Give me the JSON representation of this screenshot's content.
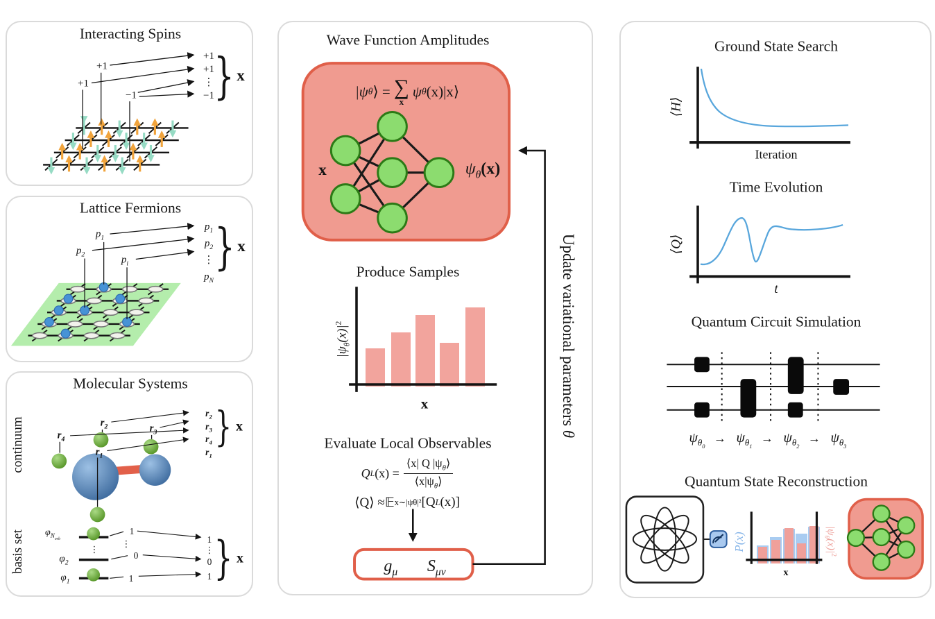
{
  "glyphs": {
    "brace": "}",
    "vdots": "⋮",
    "arrow": "→"
  },
  "colors": {
    "panel_border": "#dadada",
    "salmon_fill": "#f09b90",
    "salmon_border": "#e05f49",
    "green_node": "#8cdc6f",
    "green_node_border": "#2c7a16",
    "curve_blue": "#58a6dc",
    "bar_salmon": "#f2a49d",
    "bar_blue": "#a9ccf1",
    "spin_up_orange": "#f1a43c",
    "spin_down_teal": "#96dbc4",
    "fermion_plane_green": "#b4edac",
    "fermion_dot_blue": "#4793d6",
    "atom_sphere_blue": "#4a7db3",
    "bond_red": "#e2604a",
    "electron_green": "#7cc24a"
  },
  "left": {
    "spins": {
      "title": "Interacting Spins",
      "labels": [
        "+1",
        "+1",
        "−1"
      ],
      "vector": [
        "+1",
        "+1",
        "⋮",
        "−1"
      ],
      "vector_name": "x"
    },
    "fermions": {
      "title": "Lattice Fermions",
      "labels": [
        {
          "b": "p",
          "s": "1"
        },
        {
          "b": "p",
          "s": "2"
        },
        {
          "b": "p",
          "s": "i"
        }
      ],
      "vector": [
        {
          "b": "p",
          "s": "1"
        },
        {
          "b": "p",
          "s": "2"
        },
        {
          "b": "⋮",
          "s": ""
        },
        {
          "b": "p",
          "s": "N"
        }
      ],
      "vector_name": "x"
    },
    "molecular": {
      "title": "Molecular Systems",
      "continuum": "continuum",
      "basis": "basis set",
      "electrons": [
        {
          "b": "r",
          "s": "2"
        },
        {
          "b": "r",
          "s": "3"
        },
        {
          "b": "r",
          "s": "4"
        },
        {
          "b": "r",
          "s": "1"
        }
      ],
      "vector": [
        {
          "b": "r",
          "s": "2"
        },
        {
          "b": "r",
          "s": "3"
        },
        {
          "b": "r",
          "s": "4"
        },
        {
          "b": "r",
          "s": "1"
        }
      ],
      "vector_name": "x",
      "orbitals": {
        "phi_top": {
          "b": "φ",
          "s": "N",
          "ss": "orb"
        },
        "phi_mid": {
          "b": "φ",
          "s": "2"
        },
        "phi_bot": {
          "b": "φ",
          "s": "1"
        },
        "val_top": "1",
        "val_mid": "0",
        "val_bot": "1"
      },
      "basis_vector": [
        "1",
        "⋮",
        "0",
        "1"
      ],
      "basis_vector_name": "x"
    }
  },
  "middle": {
    "title": "Wave Function Amplitudes",
    "wf_eq": {
      "ket": "|ψ",
      "ket_sub": "θ",
      "eq": "⟩ =",
      "sum": "∑",
      "sum_under": "x",
      "amp": "ψ",
      "amp_sub": "θ",
      "amp_rest": "(x)|x⟩"
    },
    "nn": {
      "input": "x",
      "out_a": "ψ",
      "out_sub": "θ",
      "out_b": "(x)"
    },
    "samples": {
      "title": "Produce Samples",
      "y_a": "|ψ",
      "y_sub": "θ",
      "y_b": "(x)|",
      "y_sup": "2",
      "xlabel": "x",
      "values": [
        0.48,
        0.68,
        0.9,
        0.55,
        1.0
      ]
    },
    "observables": {
      "title": "Evaluate Local Observables",
      "eq1_a": "Q",
      "eq1_sub": "L",
      "eq1_b": "(x) =",
      "num_a": "⟨x| Q |ψ",
      "num_sub": "θ",
      "num_b": "⟩",
      "den_a": "⟨x|ψ",
      "den_sub": "θ",
      "den_b": "⟩",
      "eq2_a": "⟨Q⟩ ≈ ",
      "eq2_E": "𝔼",
      "eq2_sub": "x∼|ψθ|²",
      "eq2_b": " [Q",
      "eq2_bsub": "L",
      "eq2_c": "(x)]"
    },
    "gbox": {
      "g": "g",
      "g_sub": "μ",
      "S": "S",
      "S_sub": "μν"
    },
    "feedback": {
      "text": "Update variational parameters ",
      "theta": "θ"
    }
  },
  "right": {
    "ground_state": {
      "title": "Ground State Search",
      "ylabel": "⟨H⟩",
      "xlabel": "Iteration"
    },
    "time_evolution": {
      "title": "Time Evolution",
      "ylabel": "⟨Q⟩",
      "xlabel": "t"
    },
    "circuit": {
      "title": "Quantum Circuit Simulation",
      "states": [
        {
          "a": "ψ",
          "s": "θ",
          "i": "0"
        },
        {
          "a": "ψ",
          "s": "θ",
          "i": "1"
        },
        {
          "a": "ψ",
          "s": "θ",
          "i": "2"
        },
        {
          "a": "ψ",
          "s": "θ",
          "i": "3"
        }
      ]
    },
    "recon": {
      "title": "Quantum State Reconstruction",
      "p_label": "P(x)",
      "psi_a": "|ψ",
      "psi_sub": "θ",
      "psi_b": "(x)|",
      "psi_sup": "2",
      "xlabel": "x",
      "blue_values": [
        26,
        38,
        50,
        43,
        53
      ],
      "pink_values": [
        24,
        34,
        51,
        29,
        54
      ]
    }
  }
}
